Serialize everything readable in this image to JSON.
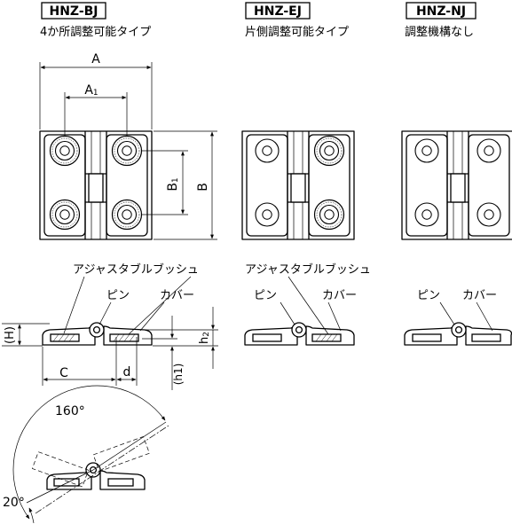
{
  "models": [
    {
      "code": "HNZ-BJ",
      "description": "4か所調整可能タイプ"
    },
    {
      "code": "HNZ-EJ",
      "description": "片側調整可能タイプ"
    },
    {
      "code": "HNZ-NJ",
      "description": "調整機構なし"
    }
  ],
  "dimensions": {
    "A": "A",
    "A1_main": "A",
    "A1_sub": "1",
    "B": "B",
    "B1_main": "B",
    "B1_sub": "1",
    "C": "C",
    "d": "d",
    "H": "(H)",
    "h1": "(h1)",
    "h2_main": "h",
    "h2_sub": "2"
  },
  "callouts": {
    "bushing": "アジャスタブルブッシュ",
    "pin": "ピン",
    "cover": "カバー"
  },
  "angles": {
    "open": "160°",
    "back": "20°"
  }
}
